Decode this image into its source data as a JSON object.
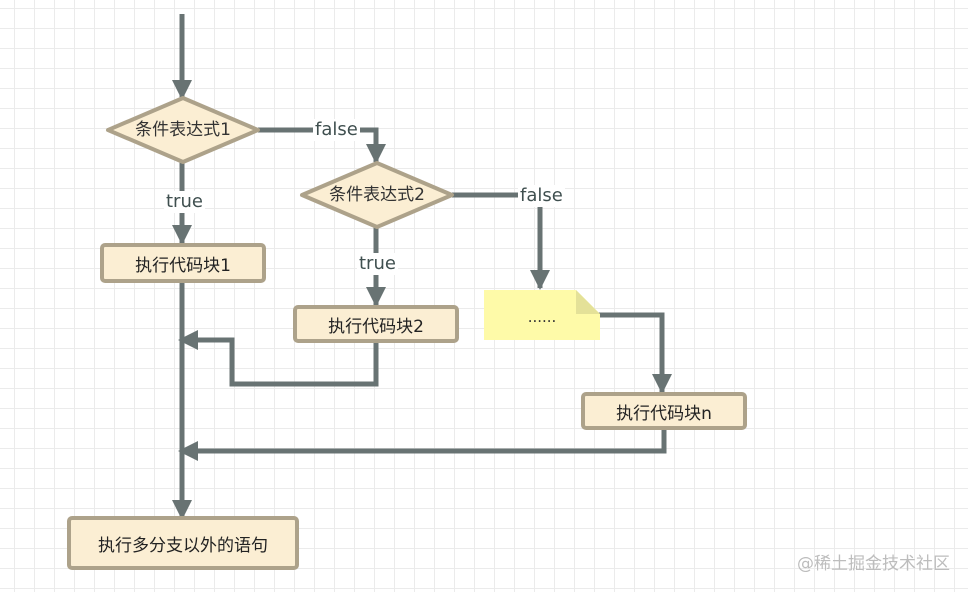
{
  "diagram": {
    "conditions": [
      "条件表达式1",
      "条件表达式2"
    ],
    "blocks": [
      "执行代码块1",
      "执行代码块2",
      "执行代码块n"
    ],
    "final_statement": "执行多分支以外的语句",
    "placeholder": "......",
    "edge_labels": {
      "true": "true",
      "false": "false"
    }
  },
  "watermark": "@稀土掘金技术社区",
  "colors": {
    "node_fill": "#fbeed3",
    "node_border": "#ada28a",
    "arrow": "#687373",
    "note_fill": "#fefaa8",
    "note_fold": "#e4e198"
  }
}
